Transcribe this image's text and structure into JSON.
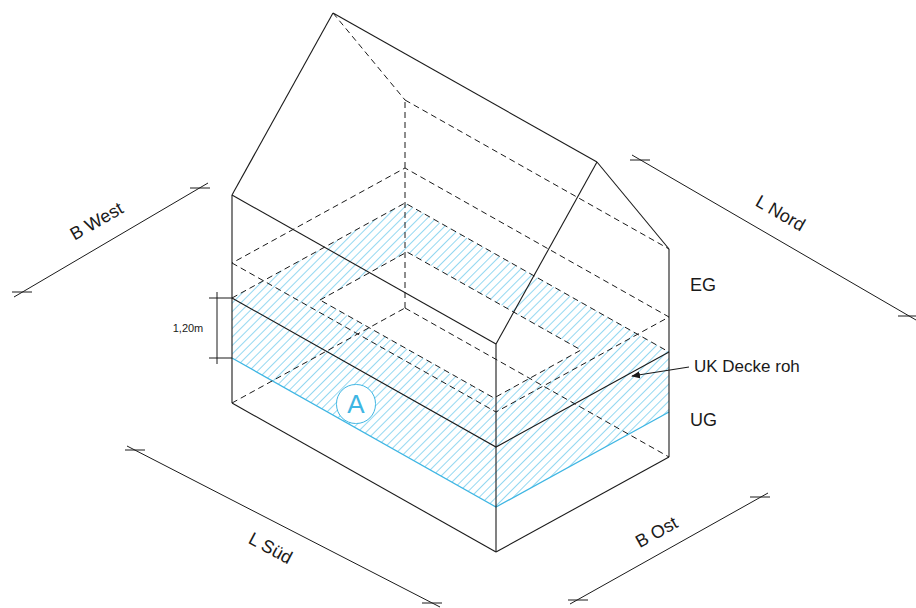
{
  "diagram": {
    "nodes": [
      {
        "text": [
          "A"
        ]
      }
    ],
    "labels": [
      "B West",
      "L Nord",
      "1,20m",
      "EG",
      "UK Decke roh",
      "UG",
      "L Süd",
      "B Ost"
    ]
  }
}
